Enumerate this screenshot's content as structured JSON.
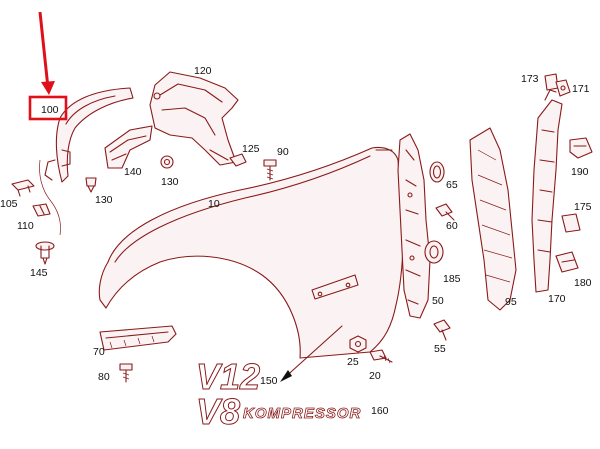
{
  "callouts": {
    "c100": "100",
    "c120": "120",
    "c125": "125",
    "c90": "90",
    "c130a": "130",
    "c130b": "130",
    "c140": "140",
    "c105": "105",
    "c110": "110",
    "c145": "145",
    "c10": "10",
    "c70": "70",
    "c80": "80",
    "c25": "25",
    "c20": "20",
    "c150": "150",
    "c160": "160",
    "c65": "65",
    "c60": "60",
    "c185": "185",
    "c50": "50",
    "c55": "55",
    "c95": "95",
    "c173": "173",
    "c171": "171",
    "c190": "190",
    "c175": "175",
    "c180": "180",
    "c170": "170"
  },
  "badges": {
    "v12": "V12",
    "v8": "V8",
    "kompressor": "KOMPRESSOR"
  },
  "highlight": {
    "part_number": "100",
    "color": "#e0101a"
  },
  "colors": {
    "line": "#8a1a1a",
    "text": "#111111"
  }
}
